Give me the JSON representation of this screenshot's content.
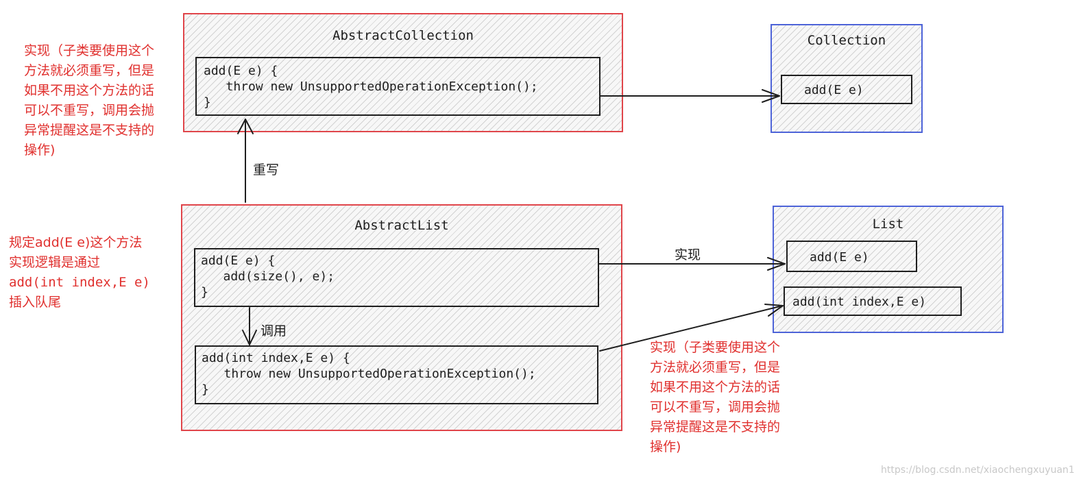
{
  "abstract_collection": {
    "title": "AbstractCollection",
    "code": "add(E e) {\n   throw new UnsupportedOperationException();\n}"
  },
  "collection": {
    "title": "Collection",
    "method": "add(E e)"
  },
  "abstract_list": {
    "title": "AbstractList",
    "add_code": "add(E e) {\n   add(size(), e);\n}",
    "add_index_code": "add(int index,E e) {\n   throw new UnsupportedOperationException();\n}"
  },
  "list": {
    "title": "List",
    "methods": [
      "add(E e)",
      "add(int index,E e)"
    ]
  },
  "labels": {
    "override": "重写",
    "implement": "实现",
    "call": "调用"
  },
  "notes": {
    "top_left": [
      "实现（子类要使用这个",
      "方法就必须重写，但是",
      "如果不用这个方法的话",
      "可以不重写，调用会抛",
      "异常提醒这是不支持的",
      "操作)"
    ],
    "mid_left": [
      "规定add(E e)这个方法",
      "实现逻辑是通过",
      "add(int index,E e)",
      "插入队尾"
    ],
    "bottom_right": [
      "实现（子类要使用这个",
      "方法就必须重写，但是",
      "如果不用这个方法的话",
      "可以不重写，调用会抛",
      "异常提醒这是不支持的",
      "操作)"
    ]
  },
  "watermark": "https://blog.csdn.net/xiaochengxuyuan1",
  "colors": {
    "red_border": "#e0454a",
    "blue_border": "#4d63d8",
    "note_text": "#e0302e",
    "stroke": "#1e1e1e"
  }
}
